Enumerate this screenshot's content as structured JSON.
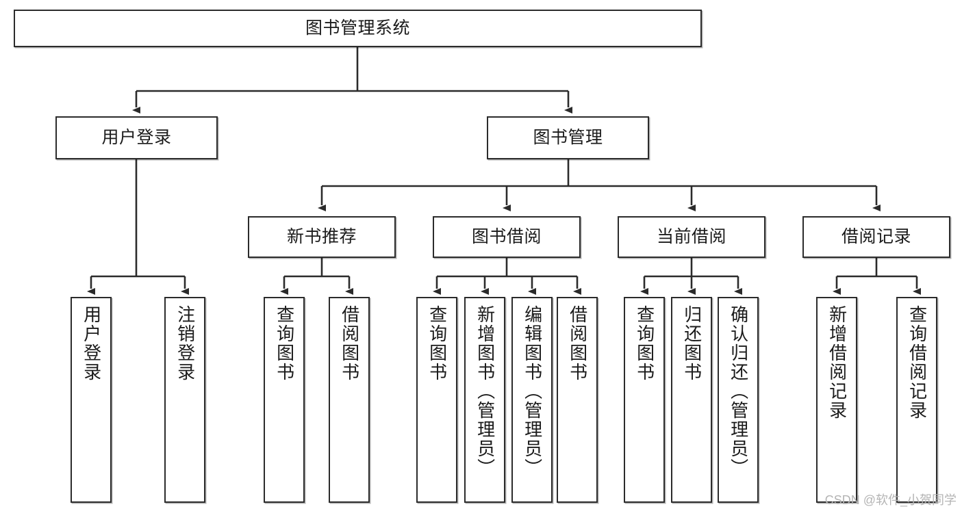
{
  "diagram": {
    "title": "图书管理系统",
    "type": "tree-hierarchy-chart",
    "root": {
      "label": "图书管理系统"
    },
    "level2": [
      {
        "label": "用户登录"
      },
      {
        "label": "图书管理"
      }
    ],
    "level3": [
      {
        "label": "新书推荐"
      },
      {
        "label": "图书借阅"
      },
      {
        "label": "当前借阅"
      },
      {
        "label": "借阅记录"
      }
    ],
    "leaves": {
      "user_login": [
        {
          "label": "用户登录"
        },
        {
          "label": "注销登录"
        }
      ],
      "new_book_recommend": [
        {
          "label": "查询图书"
        },
        {
          "label": "借阅图书"
        }
      ],
      "book_borrow": [
        {
          "label": "查询图书"
        },
        {
          "label": "新增图书（管理员）"
        },
        {
          "label": "编辑图书（管理员）"
        },
        {
          "label": "借阅图书"
        }
      ],
      "current_borrow": [
        {
          "label": "查询图书"
        },
        {
          "label": "归还图书"
        },
        {
          "label": "确认归还（管理员）"
        }
      ],
      "borrow_record": [
        {
          "label": "新增借阅记录"
        },
        {
          "label": "查询借阅记录"
        }
      ]
    },
    "colors": {
      "stroke": "#2b2b2b",
      "fill": "#ffffff",
      "text": "#1b1b1b",
      "watermark": "#b4b4b4"
    }
  },
  "watermark": {
    "text": "CSDN @软件_小贺同学"
  }
}
